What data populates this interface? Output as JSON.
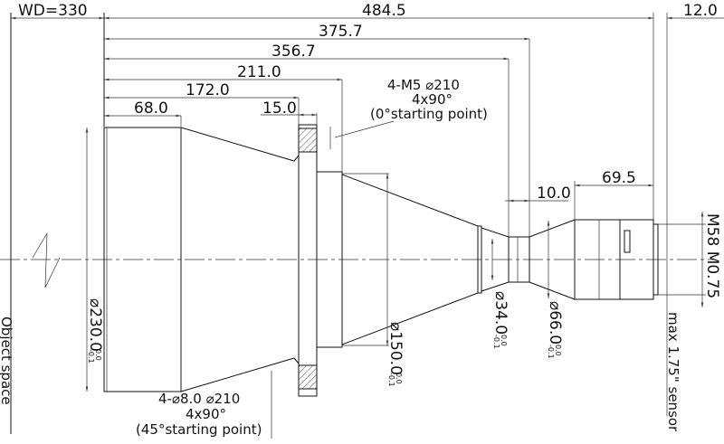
{
  "dimensions": {
    "wd": "WD=330",
    "total": "484.5",
    "back": "12.0",
    "d375": "375.7",
    "d356": "356.7",
    "d211": "211.0",
    "d172": "172.0",
    "d68": "68.0",
    "d15": "15.0",
    "d10": "10.0",
    "d69": "69.5"
  },
  "diameters": {
    "d230": "⌀230.0",
    "d150": "⌀150.0",
    "d34": "⌀34.0",
    "d66": "⌀66.0",
    "tol_upper": "0.0",
    "tol_lower": "-0.1"
  },
  "notes": {
    "top_holes": "4-M5 ⌀210",
    "top_count": "4x90°",
    "top_start": "(0°starting point)",
    "bottom_holes": "4-⌀8.0  ⌀210",
    "bottom_count": "4x90°",
    "bottom_start": "(45°starting point)",
    "mount": "M58 M0.75",
    "sensor": "max 1.75\" sensor",
    "object_space": "Object space"
  }
}
